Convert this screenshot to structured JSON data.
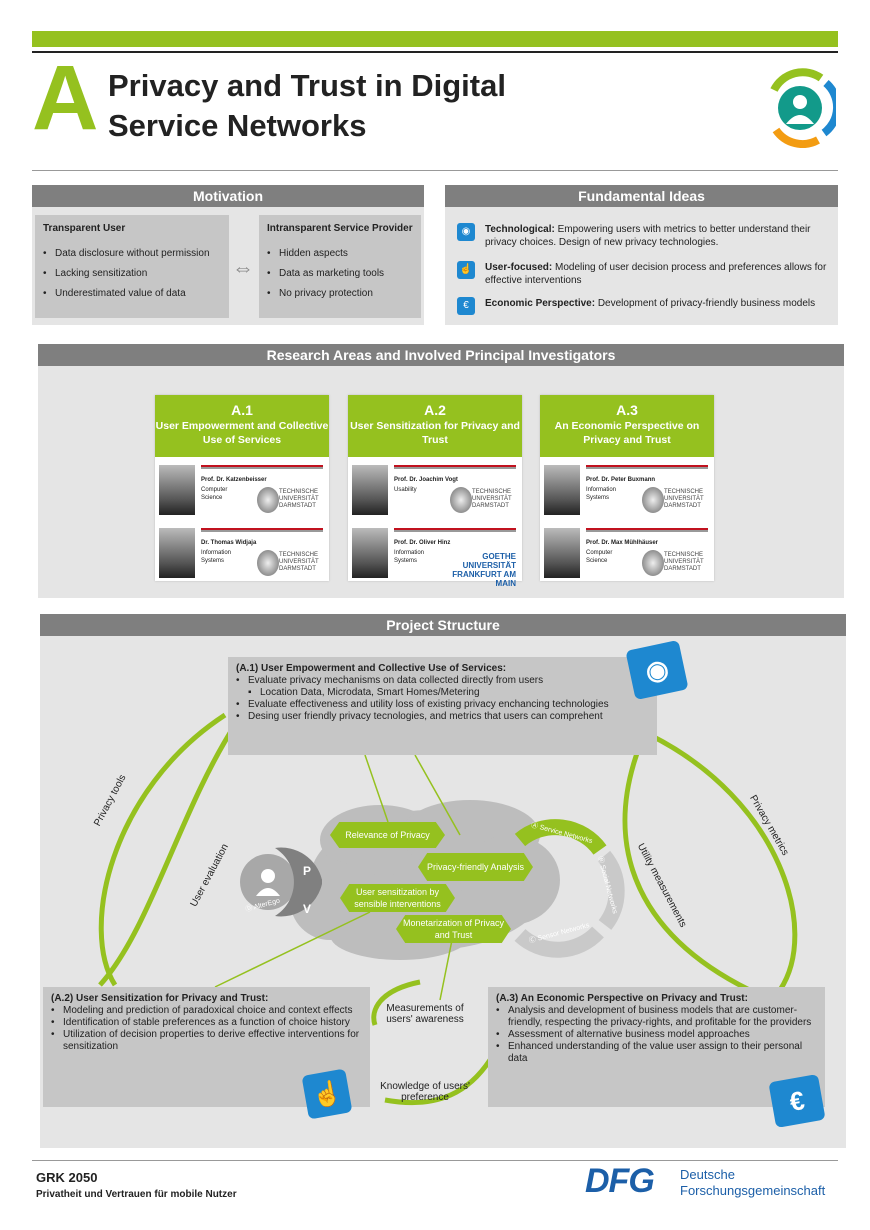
{
  "header": {
    "letter": "A",
    "title_line1": "Privacy and Trust in Digital",
    "title_line2": "Service Networks"
  },
  "motivation": {
    "title": "Motivation",
    "left": {
      "title": "Transparent User",
      "items": [
        "Data disclosure without permission",
        "Lacking sensitization",
        "Underestimated value of data"
      ]
    },
    "right": {
      "title": "Intransparent Service Provider",
      "items": [
        "Hidden aspects",
        "Data as marketing tools",
        "No privacy protection"
      ]
    }
  },
  "ideas": {
    "title": "Fundamental Ideas",
    "items": [
      {
        "label": "Technological:",
        "text": " Empowering users with metrics to better understand their privacy choices. Design of new privacy technologies."
      },
      {
        "label": "User-focused:",
        "text": " Modeling of user decision process and preferences allows for effective interventions"
      },
      {
        "label": "Economic Perspective:",
        "text": " Development of privacy-friendly business models",
        "icon": "€"
      }
    ]
  },
  "research": {
    "title": "Research Areas and Involved Principal Investigators",
    "cards": [
      {
        "num": "A.1",
        "title": "User Empowerment and Collective Use of Services",
        "pis": [
          {
            "name": "Prof. Dr. Katzenbeisser",
            "dept": "Computer Science",
            "uni": "TECHNISCHE UNIVERSITÄT DARMSTADT"
          },
          {
            "name": "Dr. Thomas Widjaja",
            "dept": "Information Systems",
            "uni": "TECHNISCHE UNIVERSITÄT DARMSTADT"
          }
        ]
      },
      {
        "num": "A.2",
        "title": "User Sensitization for Privacy and Trust",
        "pis": [
          {
            "name": "Prof. Dr. Joachim Vogt",
            "dept": "Usability",
            "uni": "TECHNISCHE UNIVERSITÄT DARMSTADT"
          },
          {
            "name": "Prof. Dr. Oliver Hinz",
            "dept": "Information Systems",
            "uni": "GOETHE UNIVERSITÄT FRANKFURT AM MAIN"
          }
        ]
      },
      {
        "num": "A.3",
        "title": "An Economic Perspective on Privacy and Trust",
        "pis": [
          {
            "name": "Prof. Dr. Peter Buxmann",
            "dept": "Information Systems",
            "uni": "TECHNISCHE UNIVERSITÄT DARMSTADT"
          },
          {
            "name": "Prof. Dr. Max Mühlhäuser",
            "dept": "Computer Science",
            "uni": "TECHNISCHE UNIVERSITÄT DARMSTADT"
          }
        ]
      }
    ]
  },
  "structure": {
    "title": "Project Structure",
    "a1": {
      "title": "(A.1) User Empowerment and Collective Use of Services:",
      "items": [
        "Evaluate privacy mechanisms on data collected directly from users",
        "Location Data, Microdata, Smart Homes/Metering",
        "Evaluate effectiveness and utility loss of existing privacy enchancing technologies",
        "Desing user friendly privacy tecnologies, and metrics that users can comprehent"
      ]
    },
    "a2": {
      "title": "(A.2) User Sensitization for Privacy and Trust:",
      "items": [
        "Modeling and prediction of paradoxical choice and context effects",
        "Identification of stable preferences as a function of choice history",
        "Utilization of decision properties to derive effective interventions for sensitization"
      ]
    },
    "a3": {
      "title": "(A.3) An Economic Perspective on Privacy and Trust:",
      "items": [
        "Analysis and development of business models that are customer-friendly, respecting the privacy-rights, and profitable for the providers",
        "Assessment of alternative business model approaches",
        "Enhanced understanding of the value user assign to their personal data"
      ]
    },
    "tags": [
      "Relevance of Privacy",
      "Privacy-friendly Analysis",
      "User sensitization by sensible interventions",
      "Monetarization of Privacy and Trust"
    ],
    "ring": [
      "Ⓐ Service Networks",
      "Ⓑ Social Networks",
      "Ⓒ Sensor Networks"
    ],
    "pv": {
      "p": "P",
      "v": "V",
      "alterego": "Ⓓ AlterEgo"
    },
    "arrows": {
      "privacy_tools": "Privacy tools",
      "user_evaluation": "User evaluation",
      "privacy_metrics": "Privacy metrics",
      "utility": "Utility measurements",
      "measurements": "Measurements of users' awareness",
      "knowledge": "Knowledge of users' preference"
    }
  },
  "footer": {
    "grk": "GRK 2050",
    "subtitle": "Privatheit und Vertrauen für mobile Nutzer",
    "dfg": "DFG",
    "dfg_line1": "Deutsche",
    "dfg_line2": "Forschungsgemeinschaft"
  },
  "colors": {
    "green": "#95c11f",
    "gray": "#7f7f7f",
    "blue": "#1e88d0"
  }
}
